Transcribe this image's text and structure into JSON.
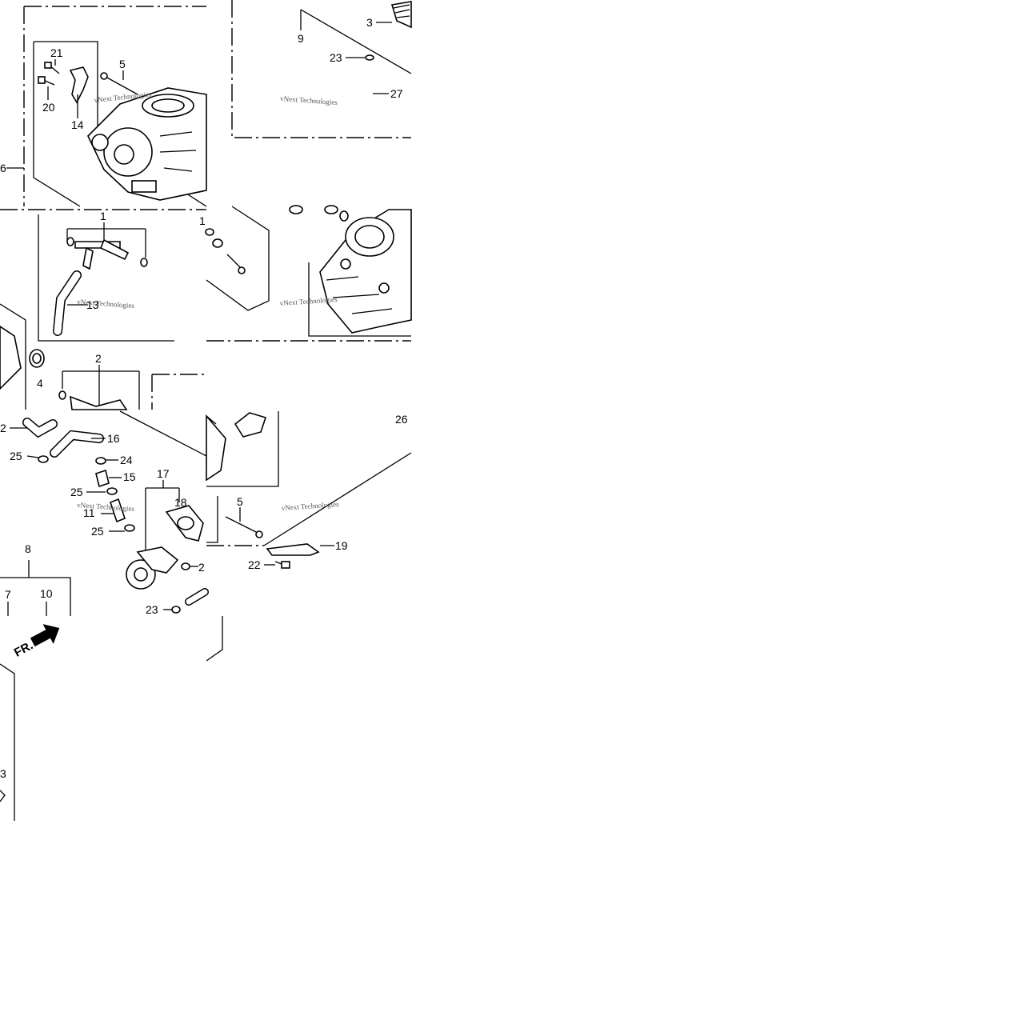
{
  "diagram": {
    "callouts": [
      {
        "id": "c21a",
        "text": "21"
      },
      {
        "id": "c20",
        "text": "20"
      },
      {
        "id": "c14",
        "text": "14"
      },
      {
        "id": "c5a",
        "text": "5"
      },
      {
        "id": "c6",
        "text": "6"
      },
      {
        "id": "c9",
        "text": "9"
      },
      {
        "id": "c3a",
        "text": "3"
      },
      {
        "id": "c23a",
        "text": "23"
      },
      {
        "id": "c27",
        "text": "27"
      },
      {
        "id": "c1",
        "text": "1"
      },
      {
        "id": "c1b",
        "text": "1"
      },
      {
        "id": "c13",
        "text": "13"
      },
      {
        "id": "c4",
        "text": "4"
      },
      {
        "id": "c2",
        "text": "2"
      },
      {
        "id": "c12",
        "text": "2"
      },
      {
        "id": "c16",
        "text": "16"
      },
      {
        "id": "c25a",
        "text": "25"
      },
      {
        "id": "c24",
        "text": "24"
      },
      {
        "id": "c15",
        "text": "15"
      },
      {
        "id": "c25b",
        "text": "25"
      },
      {
        "id": "c11",
        "text": "11"
      },
      {
        "id": "c25c",
        "text": "25"
      },
      {
        "id": "c17",
        "text": "17"
      },
      {
        "id": "c18",
        "text": "18"
      },
      {
        "id": "c21b",
        "text": "2"
      },
      {
        "id": "c23b",
        "text": "23"
      },
      {
        "id": "c8",
        "text": "8"
      },
      {
        "id": "c7",
        "text": "7"
      },
      {
        "id": "c10",
        "text": "10"
      },
      {
        "id": "c26",
        "text": "26"
      },
      {
        "id": "c5b",
        "text": "5"
      },
      {
        "id": "c19",
        "text": "19"
      },
      {
        "id": "c22",
        "text": "22"
      },
      {
        "id": "c3b",
        "text": "3"
      }
    ],
    "front_arrow_label": "FR.",
    "watermark": "vNext Technologies"
  }
}
